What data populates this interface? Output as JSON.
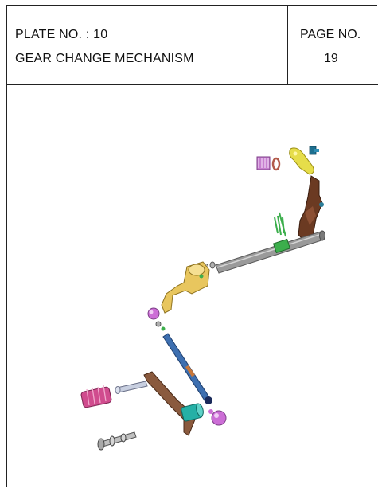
{
  "header": {
    "plate_no": "PLATE NO. : 10",
    "title": "GEAR CHANGE MECHANISM",
    "page_label": "PAGE NO.",
    "page_number": "19"
  },
  "parts": [
    {
      "name": "return-spring",
      "color": "#c77fd0"
    },
    {
      "name": "spring-washer",
      "color": "#b25a4a"
    },
    {
      "name": "stopper-plate",
      "color": "#e6dd4a"
    },
    {
      "name": "stopper-bolt",
      "color": "#1d6f8f"
    },
    {
      "name": "shift-cam-drum-arm",
      "color": "#6b3a22"
    },
    {
      "name": "shift-shaft",
      "color": "#8a8a8a"
    },
    {
      "name": "shaft-spring",
      "color": "#3cae4c"
    },
    {
      "name": "shift-lever",
      "color": "#e8c65e"
    },
    {
      "name": "tie-rod-end-upper",
      "color": "#cc6ed6"
    },
    {
      "name": "tie-rod",
      "color": "#3d6fb0"
    },
    {
      "name": "gear-pedal",
      "color": "#8a5a3e"
    },
    {
      "name": "pedal-rubber",
      "color": "#d04c8e"
    },
    {
      "name": "pedal-pivot-bolt",
      "color": "#c8cfe0"
    },
    {
      "name": "pedal-bushing",
      "color": "#25b0a6"
    },
    {
      "name": "tie-rod-end-lower",
      "color": "#cc6ed6"
    },
    {
      "name": "pivot-pin",
      "color": "#c0c0c0"
    }
  ]
}
